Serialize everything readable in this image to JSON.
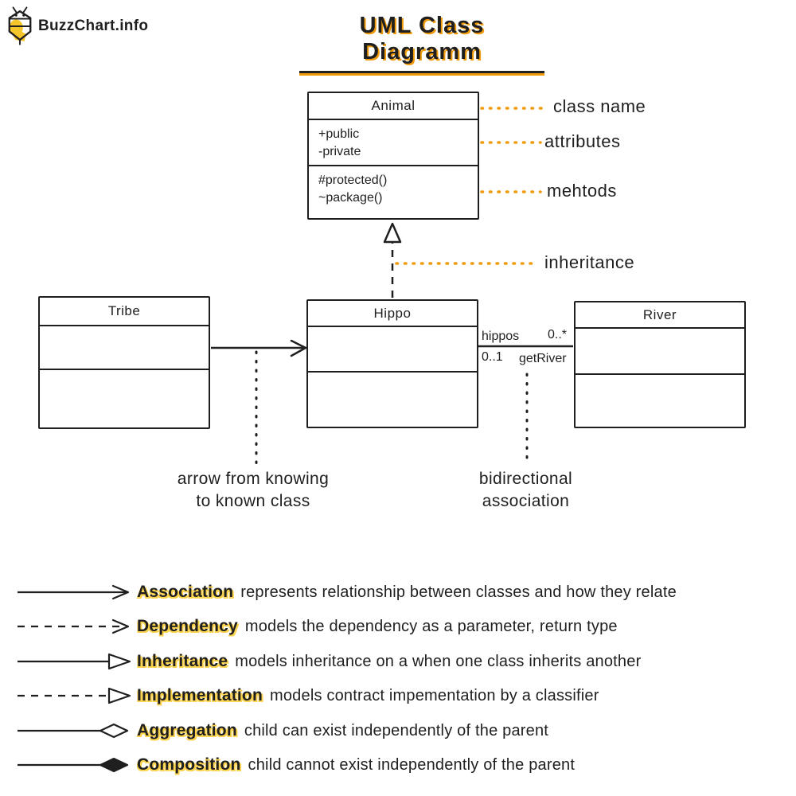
{
  "colors": {
    "ink": "#1f1f1f",
    "orange": "#f09b0c",
    "yellow_highlight": "#fcd34d",
    "logo_yellow": "#f5c52c"
  },
  "logo": {
    "icon": "bee-icon",
    "text": "BuzzChart.info"
  },
  "title": "UML Class Diagramm",
  "uml": {
    "animal": {
      "name": "Animal",
      "attributes": [
        "+public",
        "-private"
      ],
      "methods": [
        "#protected()",
        "~package()"
      ]
    },
    "tribe": {
      "name": "Tribe"
    },
    "hippo": {
      "name": "Hippo"
    },
    "river": {
      "name": "River"
    },
    "hippo_river_edge": {
      "role_top": "hippos",
      "multiplicity_top": "0..*",
      "multiplicity_bottom": "0..1",
      "method_bottom": "getRiver"
    }
  },
  "callouts": {
    "class_name": "class name",
    "attributes": "attributes",
    "methods": "mehtods",
    "inheritance": "inheritance",
    "knowing_line1": "arrow from knowing",
    "knowing_line2": "to known class",
    "bidirectional_line1": "bidirectional",
    "bidirectional_line2": "association"
  },
  "legend": [
    {
      "symbol": "association-arrow",
      "term": "Association",
      "description": "represents relationship between classes and how they relate"
    },
    {
      "symbol": "dependency-arrow",
      "term": "Dependency",
      "description": "models the dependency as a parameter, return type"
    },
    {
      "symbol": "inheritance-arrow",
      "term": "Inheritance",
      "description": "models inheritance on a when one class inherits another"
    },
    {
      "symbol": "implementation-arrow",
      "term": "Implementation",
      "description": "models contract impementation by a classifier"
    },
    {
      "symbol": "aggregation-arrow",
      "term": "Aggregation",
      "description": "child can exist independently of the parent"
    },
    {
      "symbol": "composition-arrow",
      "term": "Composition",
      "description": "child cannot exist independently of the parent"
    }
  ]
}
